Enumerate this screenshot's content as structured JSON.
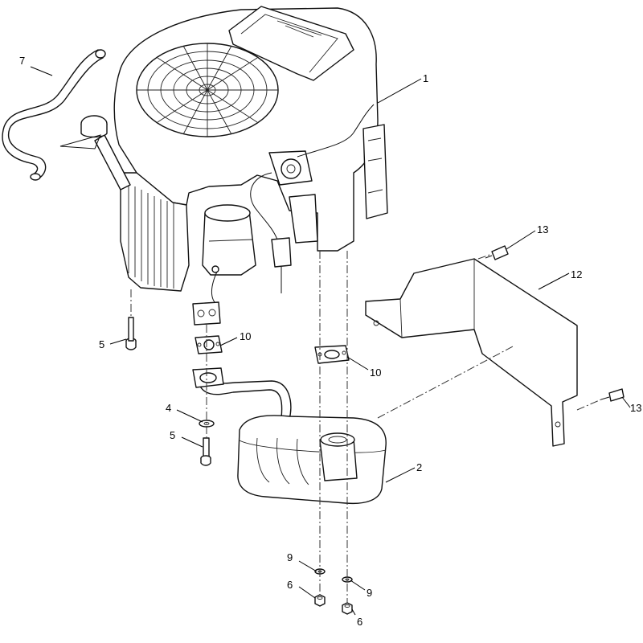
{
  "diagram": {
    "callouts": [
      {
        "id": "c1",
        "label": "1"
      },
      {
        "id": "c2",
        "label": "2"
      },
      {
        "id": "c4",
        "label": "4"
      },
      {
        "id": "c5a",
        "label": "5"
      },
      {
        "id": "c5b",
        "label": "5"
      },
      {
        "id": "c6a",
        "label": "6"
      },
      {
        "id": "c6b",
        "label": "6"
      },
      {
        "id": "c7",
        "label": "7"
      },
      {
        "id": "c9a",
        "label": "9"
      },
      {
        "id": "c9b",
        "label": "9"
      },
      {
        "id": "c10a",
        "label": "10"
      },
      {
        "id": "c10b",
        "label": "10"
      },
      {
        "id": "c12",
        "label": "12"
      },
      {
        "id": "c13a",
        "label": "13"
      },
      {
        "id": "c13b",
        "label": "13"
      }
    ]
  }
}
